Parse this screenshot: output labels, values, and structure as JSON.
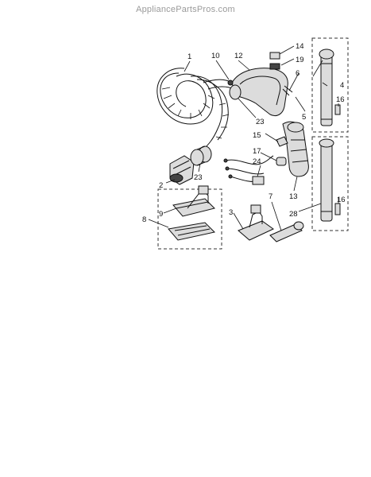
{
  "watermark": "AppliancePartsPros.com",
  "callouts": {
    "c1": "1",
    "c10": "10",
    "c12": "12",
    "c14": "14",
    "c19": "19",
    "c6": "6",
    "c4": "4",
    "c5": "5",
    "c16a": "16",
    "c23a": "23",
    "c15": "15",
    "c17": "17",
    "c24": "24",
    "c2": "2",
    "c23b": "23",
    "c13": "13",
    "c8": "8",
    "c9": "9",
    "c3": "3",
    "c7": "7",
    "c28": "28",
    "c16b": "16"
  }
}
